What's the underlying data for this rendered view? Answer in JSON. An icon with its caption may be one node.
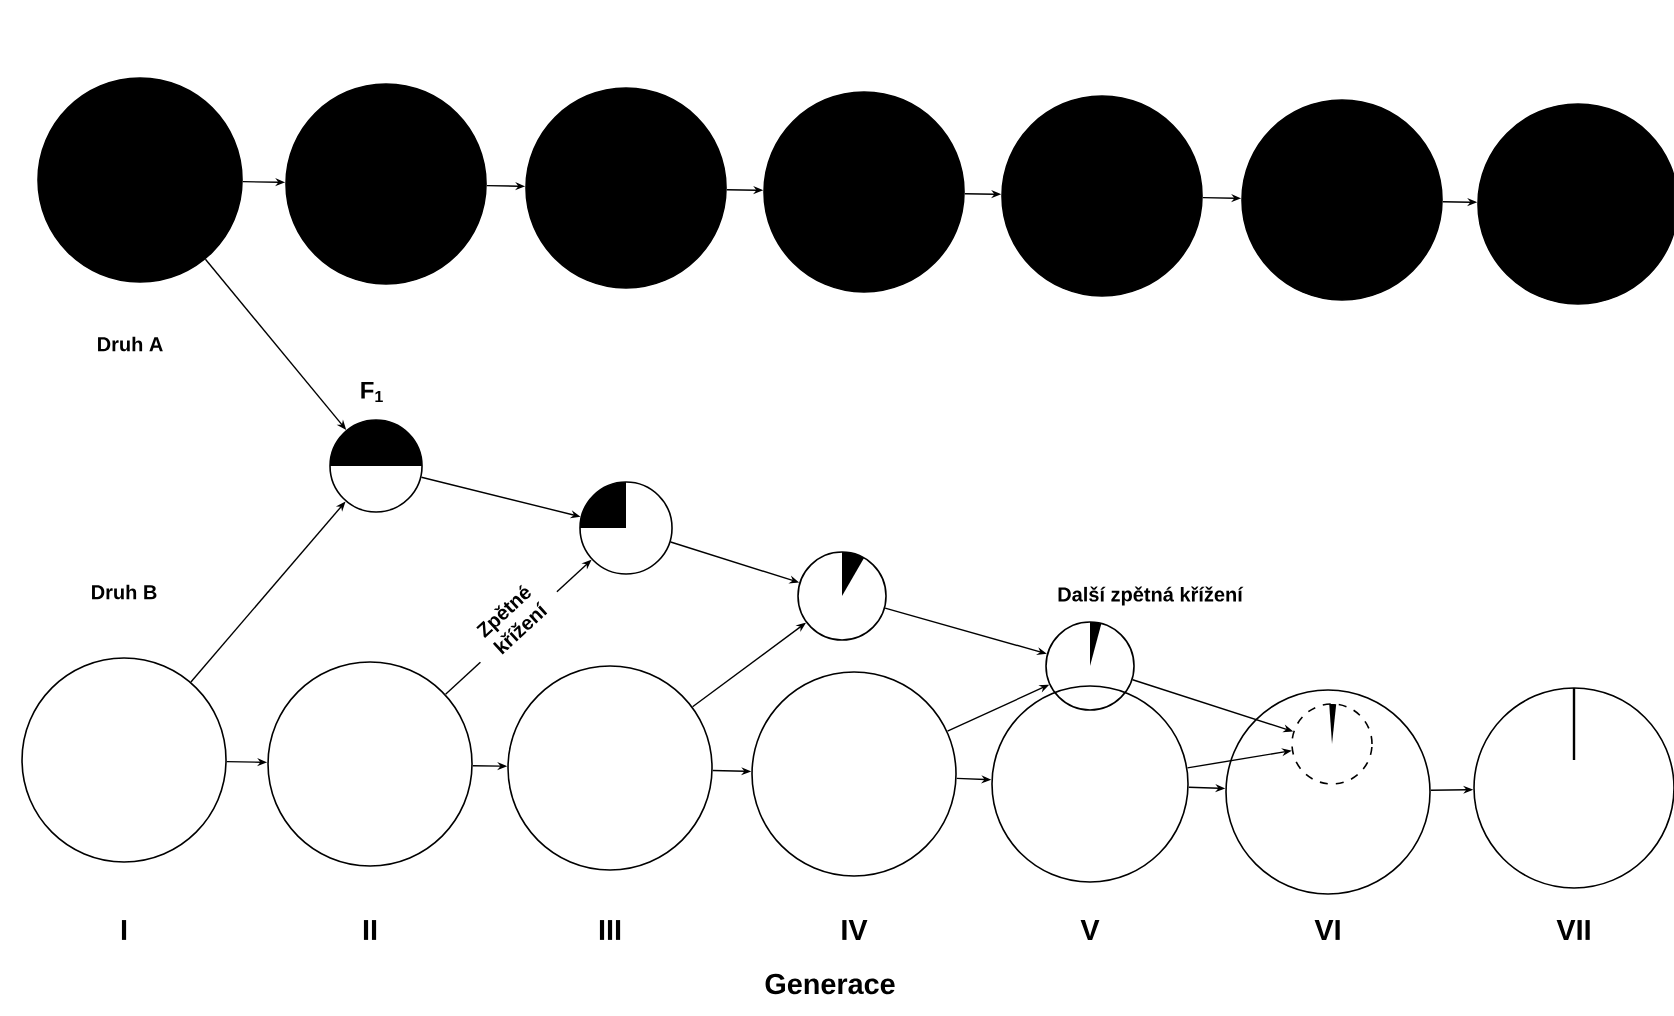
{
  "diagram": {
    "nodes": [
      {
        "text": [],
        "shape": "circle"
      },
      {
        "text": [],
        "shape": "circle"
      },
      {
        "text": [],
        "shape": "circle"
      },
      {
        "text": [],
        "shape": "circle"
      },
      {
        "text": [],
        "shape": "circle"
      },
      {
        "text": [],
        "shape": "circle"
      },
      {
        "text": [],
        "shape": "circle"
      },
      {
        "text": [
          "F$_{1}$"
        ]
      },
      {
        "text": [],
        "shape": "circle"
      },
      {
        "text": [],
        "shape": "circle"
      },
      {
        "text": [],
        "shape": "circle"
      },
      {
        "text": [],
        "shape": "circle",
        "beside": [
          "I"
        ]
      },
      {
        "text": [],
        "shape": "circle",
        "beside": [
          "II"
        ]
      },
      {
        "text": [],
        "shape": "circle",
        "beside": [
          "III"
        ]
      },
      {
        "text": [],
        "shape": "circle",
        "beside": [
          "IV"
        ]
      },
      {
        "text": [],
        "shape": "circle",
        "beside": [
          "V"
        ]
      },
      {
        "text": [],
        "shape": "circle",
        "beside": [
          "VI"
        ]
      },
      {
        "text": [],
        "shape": "circle",
        "beside": [
          "VII"
        ]
      },
      {
        "text": [],
        "shape": "circle",
        "in": 16
      }
    ],
    "edges": [
      {
        "from": 0,
        "to": 1,
        "arrow": "to"
      },
      {
        "from": 1,
        "to": 2,
        "arrow": "to"
      },
      {
        "from": 2,
        "to": 3,
        "arrow": "to"
      },
      {
        "from": 3,
        "to": 4,
        "arrow": "to"
      },
      {
        "from": 4,
        "to": 5,
        "arrow": "to"
      },
      {
        "from": 5,
        "to": 6,
        "arrow": "to"
      },
      {
        "from": 0,
        "to": 7,
        "arrow": "to"
      },
      {
        "from": 11,
        "to": 7,
        "arrow": "to"
      },
      {
        "from": 7,
        "to": 8,
        "arrow": "to"
      },
      {
        "from": 12,
        "to": 8,
        "arrow": "to",
        "label": "Zpětné křížení"
      },
      {
        "from": 8,
        "to": 9,
        "arrow": "to"
      },
      {
        "from": 13,
        "to": 9,
        "arrow": "to"
      },
      {
        "from": 9,
        "to": 10,
        "arrow": "to"
      },
      {
        "from": 14,
        "to": 10,
        "arrow": "to"
      },
      {
        "from": 10,
        "to": 18,
        "arrow": "to"
      },
      {
        "from": 15,
        "to": 18,
        "arrow": "to"
      },
      {
        "from": 11,
        "to": 12,
        "arrow": "to"
      },
      {
        "from": 12,
        "to": 13,
        "arrow": "to"
      },
      {
        "from": 13,
        "to": 14,
        "arrow": "to"
      },
      {
        "from": 14,
        "to": 15,
        "arrow": "to"
      },
      {
        "from": 15,
        "to": 16,
        "arrow": "to"
      },
      {
        "from": 16,
        "to": 17,
        "arrow": "to"
      }
    ],
    "labels": [
      "Druh A",
      "Druh B",
      "Další zpětná křížení",
      "Generace"
    ]
  }
}
